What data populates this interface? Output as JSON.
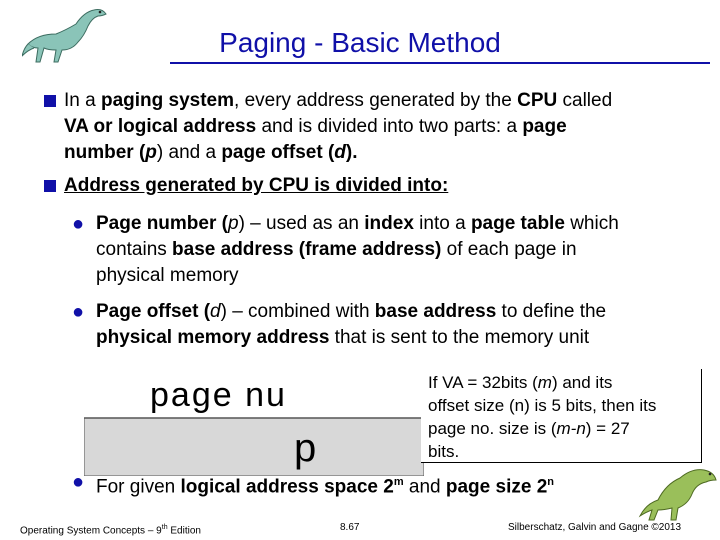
{
  "title": "Paging - Basic Method",
  "bullets": {
    "b1": {
      "line1": [
        "In a ",
        "paging system",
        ", every address generated by the ",
        "CPU",
        " called"
      ],
      "line2": [
        "VA or logical address",
        " and is divided into two parts: a ",
        "page"
      ],
      "line3": [
        "number (",
        "p",
        ") and a ",
        "page offset (",
        "d",
        ")."
      ]
    },
    "b2": "Address generated by CPU is divided into:",
    "b2_colon": ":",
    "sub1": {
      "line1": [
        "Page number (",
        "p",
        ") – used as an ",
        "index",
        " into a ",
        "page table",
        " which"
      ],
      "line2": [
        "contains ",
        "base address (frame address)",
        " of each page in"
      ],
      "line3": "physical memory"
    },
    "sub2": {
      "line1": [
        "Page offset (",
        "d",
        ") – combined with ",
        "base address",
        " to define the"
      ],
      "line2": [
        "physical memory address",
        " that is sent to the memory unit"
      ]
    },
    "sub3": {
      "text_a": "For given ",
      "text_b": "logical address space 2",
      "sup_m": "m",
      "text_c": " and ",
      "text_d": "page size 2",
      "sup_n": "n"
    }
  },
  "figure": {
    "top_label": "page nu",
    "bottom_label": "p"
  },
  "note": {
    "lines": [
      "If VA = 32bits (",
      "m",
      ") and its",
      "offset size (n) is 5 bits, then its",
      "page no. size is (",
      "m-n",
      ") = 27",
      "bits."
    ]
  },
  "footer": {
    "left": "Operating System Concepts – 9",
    "left_sup": "th",
    "left_end": " Edition",
    "center": "8.67",
    "right": "Silberschatz, Galvin and Gagne ©2013"
  },
  "colors": {
    "accent": "#1010a8",
    "figure_top": "#ffffff",
    "figure_bottom": "#d8d8d8"
  },
  "icons": [
    "dinosaur-top-logo",
    "dinosaur-bottom-logo",
    "square-bullet",
    "round-bullet"
  ]
}
